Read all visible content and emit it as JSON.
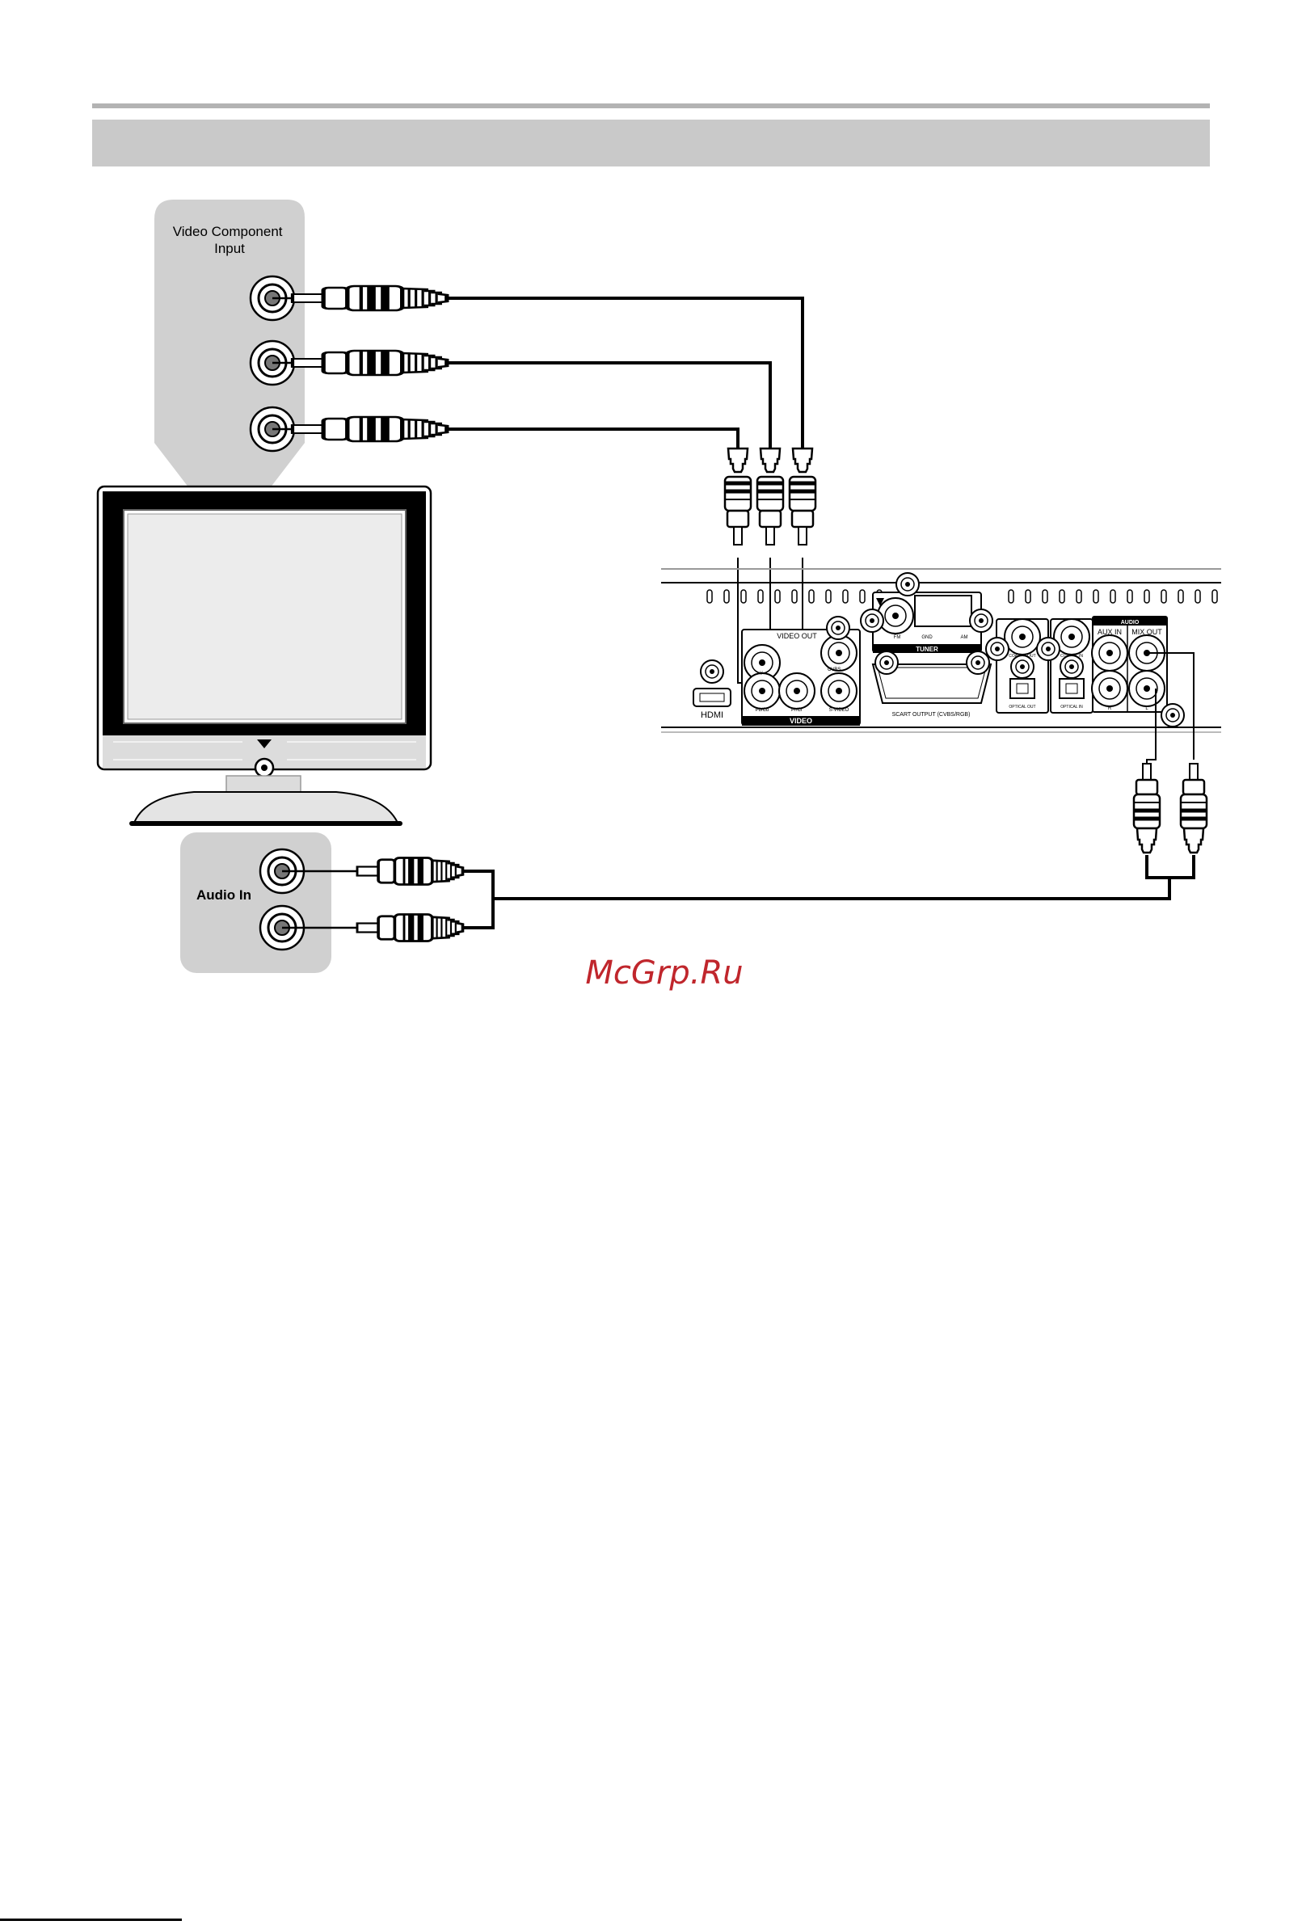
{
  "header": {
    "title": ""
  },
  "tv_panel": {
    "video_component_label": "Video Component Input",
    "audio_label": "Audio In"
  },
  "player_panel": {
    "tuner_label": "TUNER",
    "tuner_jacks": [
      "FM",
      "GND",
      "AM"
    ],
    "video_out_label": "VIDEO OUT",
    "video_group_label": "VIDEO",
    "video_jacks": [
      "Y",
      "Pb/Cb",
      "Pr/Cr",
      "CVBS",
      "S-VIDEO"
    ],
    "hdmi_label": "HDMI",
    "scart_label": "SCART OUTPUT (CVBS/RGB)",
    "coaxial_out_label": "COAXIAL OUT",
    "coaxial_in_label": "COAXIAL IN",
    "optical_out_label": "OPTICAL OUT",
    "optical_in_label": "OPTICAL IN",
    "audio_group_label": "AUDIO",
    "aux_in_label": "AUX IN",
    "mix_out_label": "MIX OUT",
    "channel_labels": [
      "R",
      "L"
    ]
  },
  "watermark": {
    "text": "McGrp.Ru"
  },
  "colors": {
    "panel_gray": "#d0d0d0",
    "header_bar": "#c9c9c9",
    "rule": "#b3b3b3",
    "cable": "#000000",
    "watermark": "#c0262c"
  }
}
